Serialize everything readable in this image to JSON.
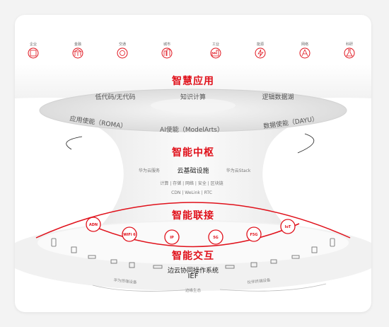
{
  "top_icons": [
    {
      "label": "企业",
      "icon": "building-icon"
    },
    {
      "label": "金融",
      "icon": "bank-icon"
    },
    {
      "label": "交通",
      "icon": "transport-icon"
    },
    {
      "label": "城市",
      "icon": "city-icon"
    },
    {
      "label": "工业",
      "icon": "factory-icon"
    },
    {
      "label": "能源",
      "icon": "energy-icon"
    },
    {
      "label": "网络",
      "icon": "network-icon"
    },
    {
      "label": "科研",
      "icon": "research-icon"
    }
  ],
  "layers": {
    "smart_app": {
      "title": "智慧应用",
      "top_items": [
        "低代码/无代码",
        "知识计算",
        "逻辑数据湖"
      ],
      "bottom_items": [
        "应用使能（ROMA）",
        "AI使能（ModelArts）",
        "数据使能（DAYU）"
      ]
    },
    "hub": {
      "title": "智能中枢",
      "left": "华为云服务",
      "center": "云基础设施",
      "right": "华为云Stack",
      "line1": "计算 | 存储 | 网络 | 安全 | 区块链",
      "line2": "CDN | WeLink | RTC"
    },
    "connect": {
      "title": "智能联接",
      "nodes": [
        "ADN",
        "WiFi 6",
        "IP",
        "5G",
        "F5G",
        "IoT"
      ]
    },
    "interact": {
      "title": "智能交互",
      "os": "边云协同操作系统",
      "ief": "IEF",
      "left_devices": "华为终端设备",
      "right_devices": "伙伴终端设备",
      "ecosystem": "边缘生态"
    }
  },
  "colors": {
    "accent": "#e0101a",
    "funnel": "#e9e9e9",
    "text": "#333333"
  }
}
